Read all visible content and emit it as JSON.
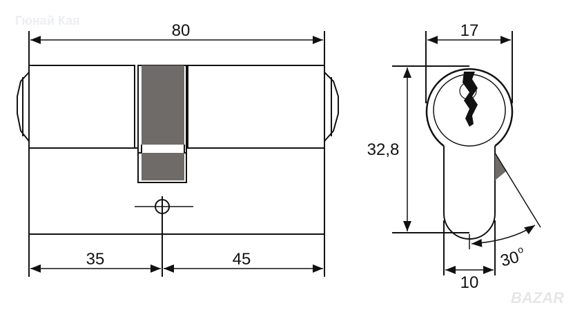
{
  "watermark_top": "Гюнай Кая",
  "watermark_bottom": "BAZAR",
  "dimensions": {
    "total_length": "80",
    "left_length": "35",
    "right_length": "45",
    "height": "32,8",
    "width_top": "17",
    "width_bottom": "10",
    "angle": "30",
    "angle_unit": "o"
  },
  "colors": {
    "line": "#111111",
    "cam": "#6e6b68"
  }
}
